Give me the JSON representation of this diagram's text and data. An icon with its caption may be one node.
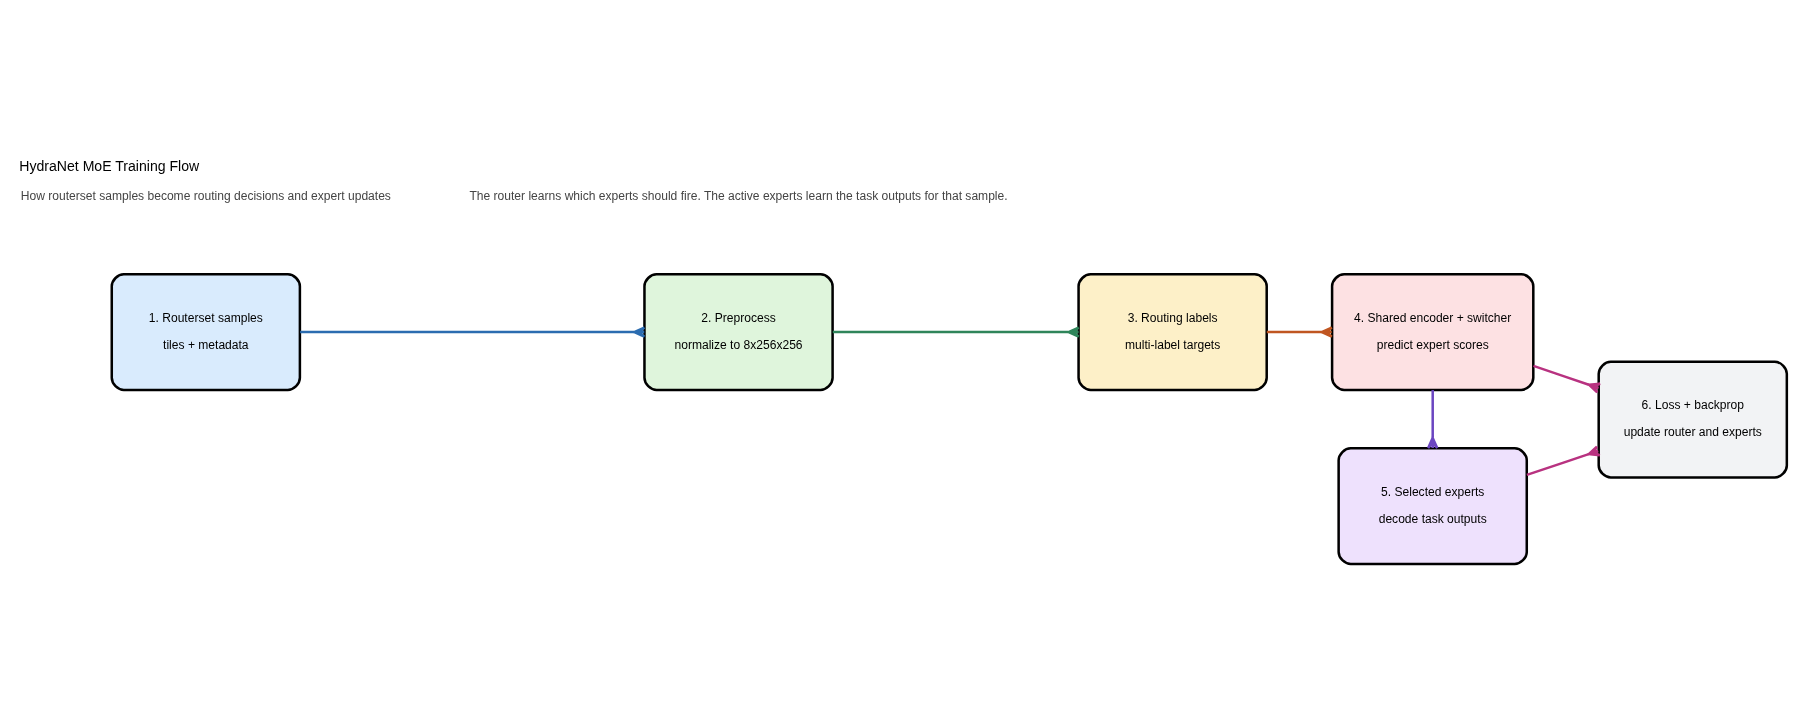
{
  "diagram": {
    "title": "HydraNet MoE Training Flow",
    "nodes": [
      {
        "text": [
          "1. Routerset samples",
          "tiles + metadata"
        ]
      },
      {
        "text": [
          "2. Preprocess",
          "normalize to 8x256x256"
        ]
      },
      {
        "text": [
          "3. Routing labels",
          "multi-label targets"
        ]
      },
      {
        "text": [
          "4. Shared encoder + switcher",
          "predict expert scores"
        ]
      },
      {
        "text": [
          "5. Selected experts",
          "decode task outputs"
        ]
      },
      {
        "text": [
          "6. Loss + backprop",
          "update router and experts"
        ]
      }
    ],
    "edges": [
      {
        "from": 0,
        "to": 1,
        "arrow": "other",
        "color": "#2b6cb0"
      },
      {
        "from": 1,
        "to": 2,
        "arrow": "other",
        "color": "#2f855a"
      },
      {
        "from": 2,
        "to": 3,
        "arrow": "other",
        "color": "#c05621"
      },
      {
        "from": 3,
        "to": 4,
        "arrow": "other",
        "color": "#6b46c1"
      },
      {
        "from": 3,
        "to": 5,
        "arrow": "other",
        "color": "#b83280"
      },
      {
        "from": 4,
        "to": 5,
        "arrow": "other",
        "color": "#b83280"
      }
    ],
    "labels": [
      "How routerset samples become routing decisions and expert updates",
      "The router learns which experts should fire. The active experts learn the task outputs for that sample."
    ]
  }
}
